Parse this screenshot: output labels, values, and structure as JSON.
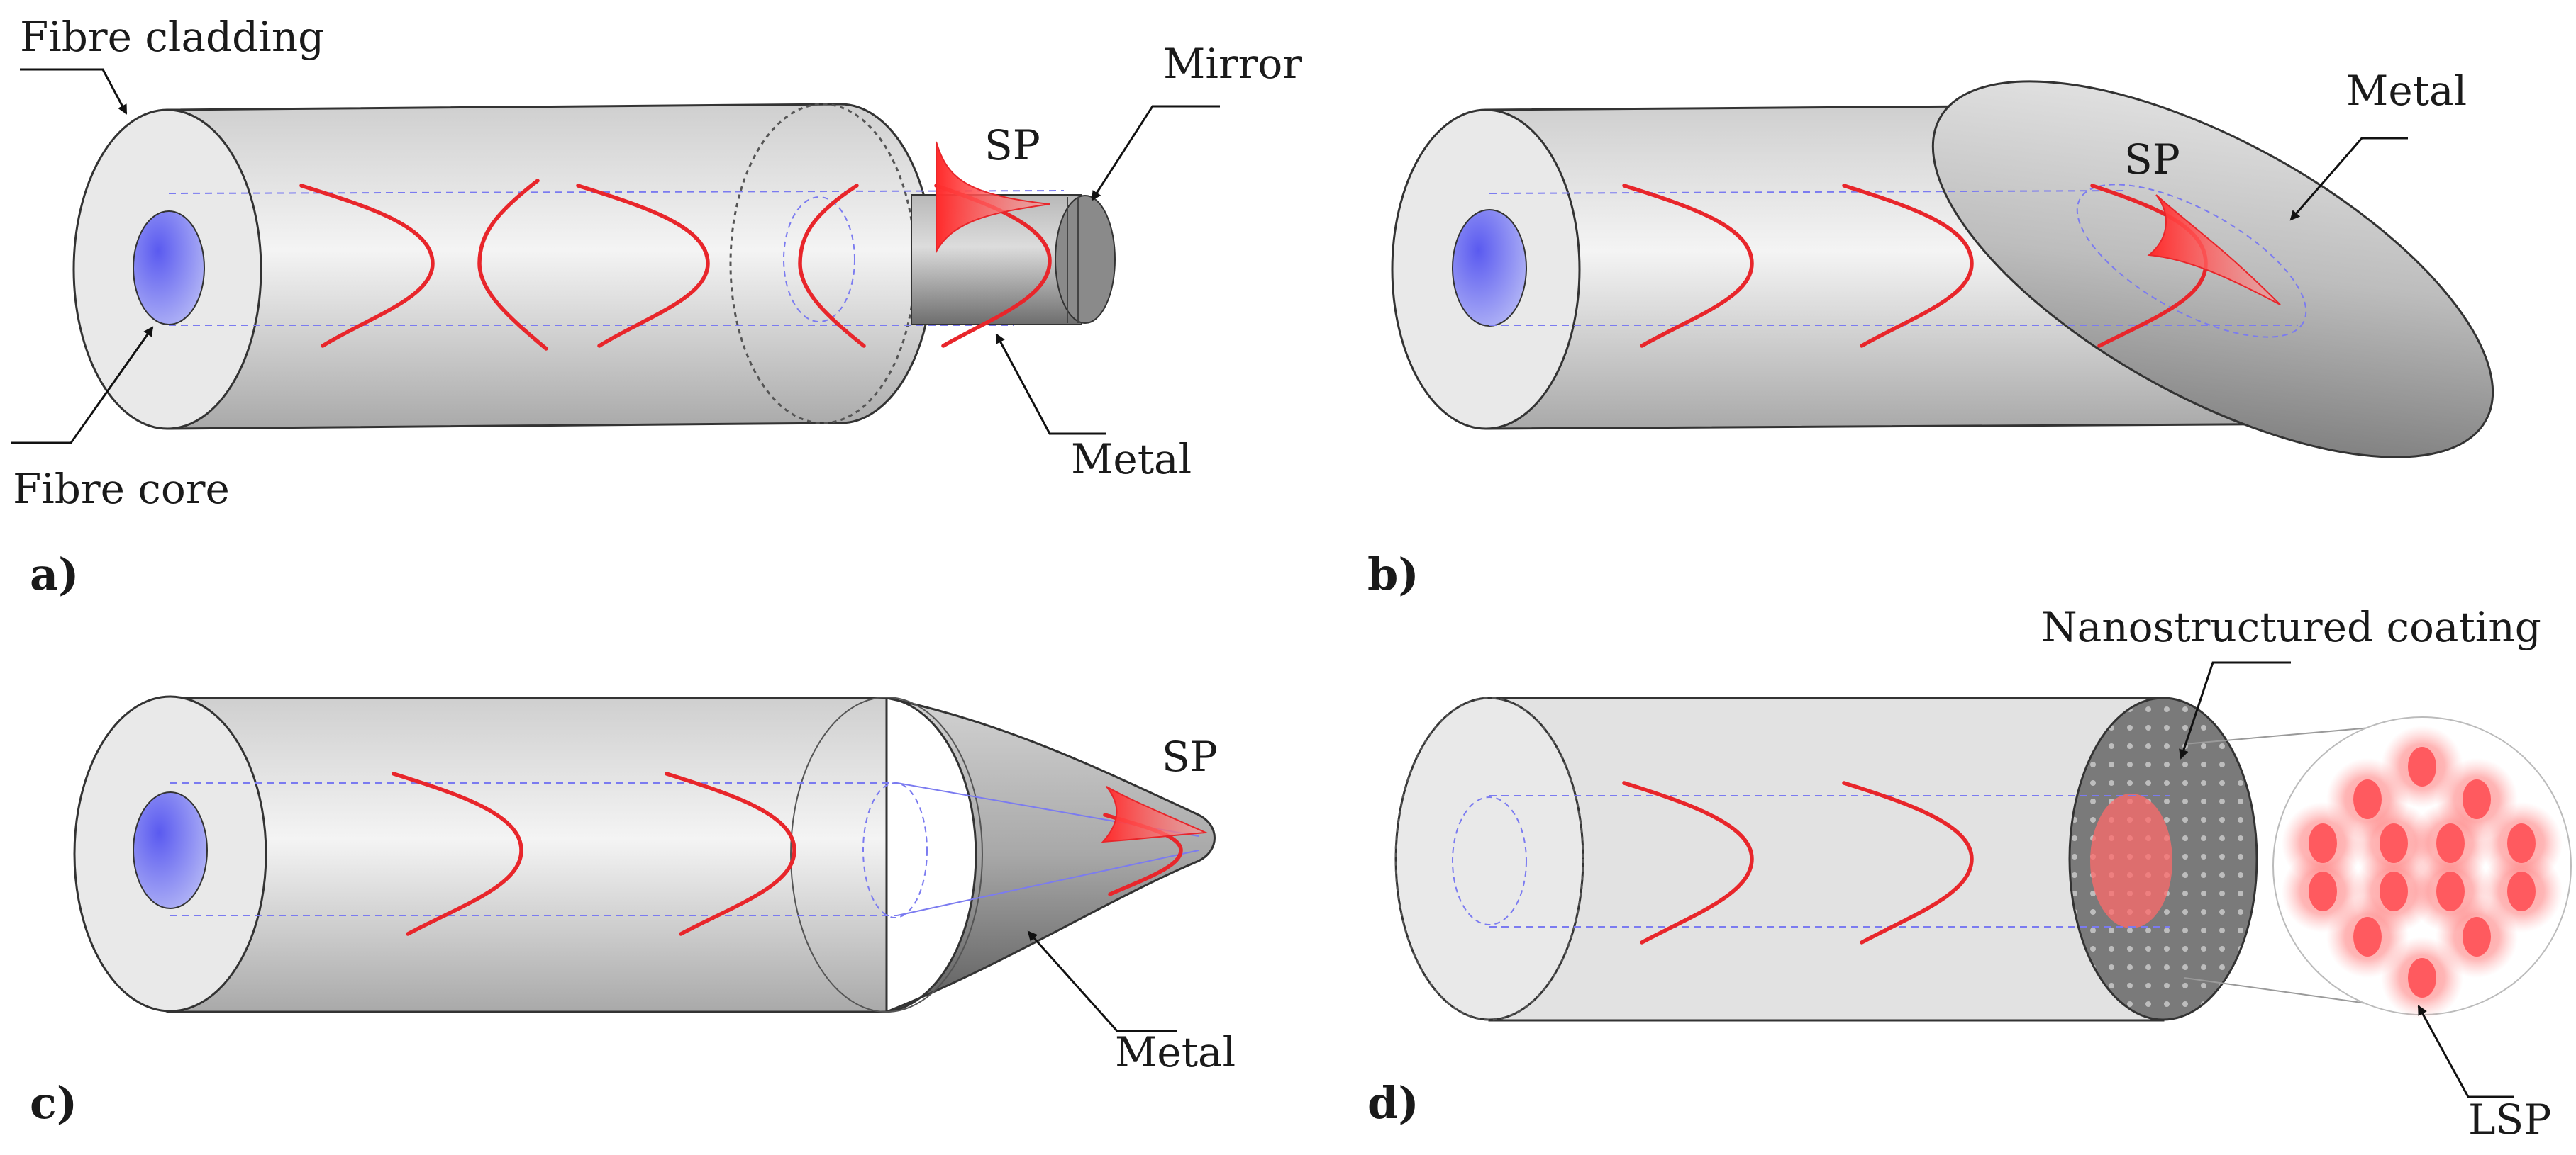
{
  "panels": {
    "a": {
      "letter": "a)",
      "labels": {
        "fibre_cladding": "Fibre cladding",
        "fibre_core": "Fibre core",
        "mirror": "Mirror",
        "sp": "SP",
        "metal": "Metal"
      }
    },
    "b": {
      "letter": "b)",
      "labels": {
        "metal": "Metal",
        "sp": "SP"
      }
    },
    "c": {
      "letter": "c)",
      "labels": {
        "sp": "SP",
        "metal": "Metal"
      }
    },
    "d": {
      "letter": "d)",
      "labels": {
        "coating": "Nanostructured coating",
        "lsp": "LSP"
      }
    }
  },
  "colors": {
    "mode_curve": "#e8262b",
    "core_fill": "#6f72ee",
    "cladding": "#e6e6e6",
    "metal_dark": "#707070",
    "guide_line": "#7b7bf0"
  }
}
